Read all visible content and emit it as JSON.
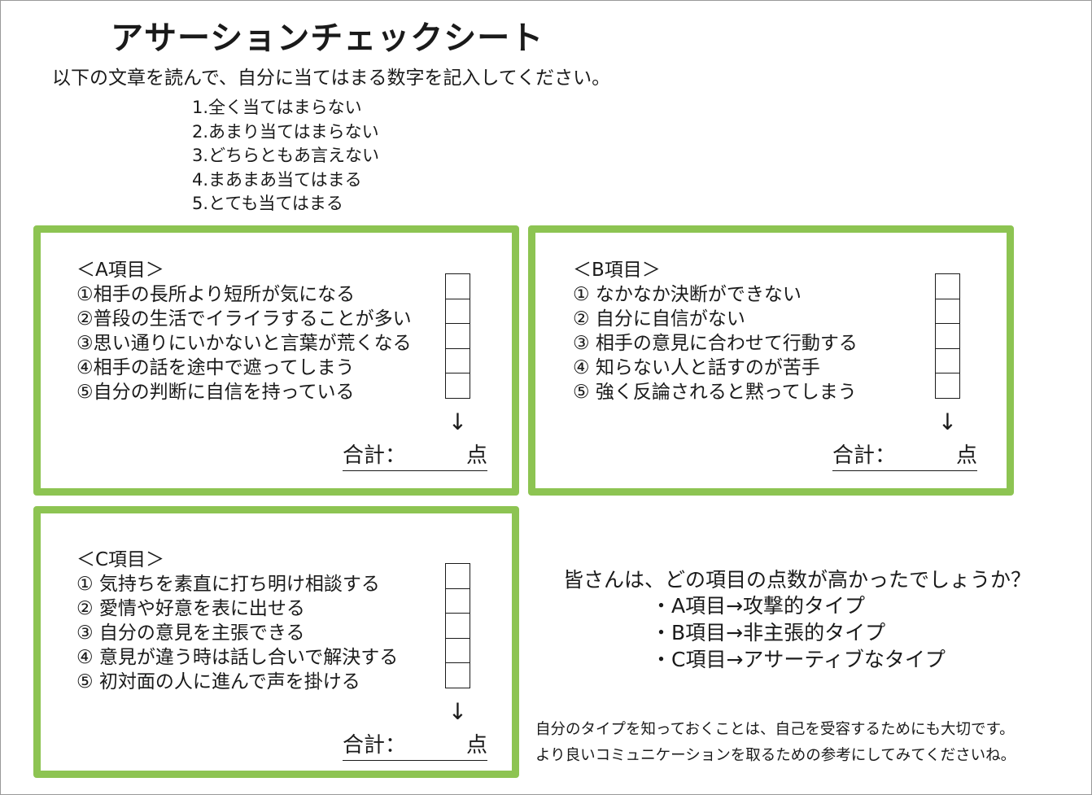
{
  "title": "アサーションチェックシート",
  "instruction": "以下の文章を読んで、自分に当てはまる数字を記入してください。",
  "scale": [
    "1.全く当てはまらない",
    "2.あまり当てはまらない",
    "3.どちらともあ言えない",
    "4.まあまあ当てはまる",
    "5.とても当てはまる"
  ],
  "sections": {
    "a": {
      "heading": "＜A項目＞",
      "items": [
        "①相手の長所より短所が気になる",
        "②普段の生活でイライラすることが多い",
        "③思い通りにいかないと言葉が荒くなる",
        "④相手の話を途中で遮ってしまう",
        "⑤自分の判断に自信を持っている"
      ],
      "arrow": "↓",
      "total_label": "合計：",
      "total_unit": "点"
    },
    "b": {
      "heading": "＜B項目＞",
      "items": [
        "① なかなか決断ができない",
        "② 自分に自信がない",
        "③ 相手の意見に合わせて行動する",
        "④ 知らない人と話すのが苦手",
        "⑤ 強く反論されると黙ってしまう"
      ],
      "arrow": "↓",
      "total_label": "合計：",
      "total_unit": "点"
    },
    "c": {
      "heading": "＜C項目＞",
      "items": [
        "① 気持ちを素直に打ち明け相談する",
        "② 愛情や好意を表に出せる",
        "③ 自分の意見を主張できる",
        "④ 意見が違う時は話し合いで解決する",
        "⑤ 初対面の人に進んで声を掛ける"
      ],
      "arrow": "↓",
      "total_label": "合計：",
      "total_unit": "点"
    }
  },
  "question": "皆さんは、どの項目の点数が高かったでしょうか？",
  "types": [
    "・A項目→攻撃的タイプ",
    "・B項目→非主張的タイプ",
    "・C項目→アサーティブなタイプ"
  ],
  "note": [
    "自分のタイプを知っておくことは、自己を受容するためにも大切です。",
    "より良いコミュニケーションを取るための参考にしてみてくださいね。"
  ],
  "colors": {
    "section_border": "#8dc452",
    "text": "#1a1a1a"
  }
}
